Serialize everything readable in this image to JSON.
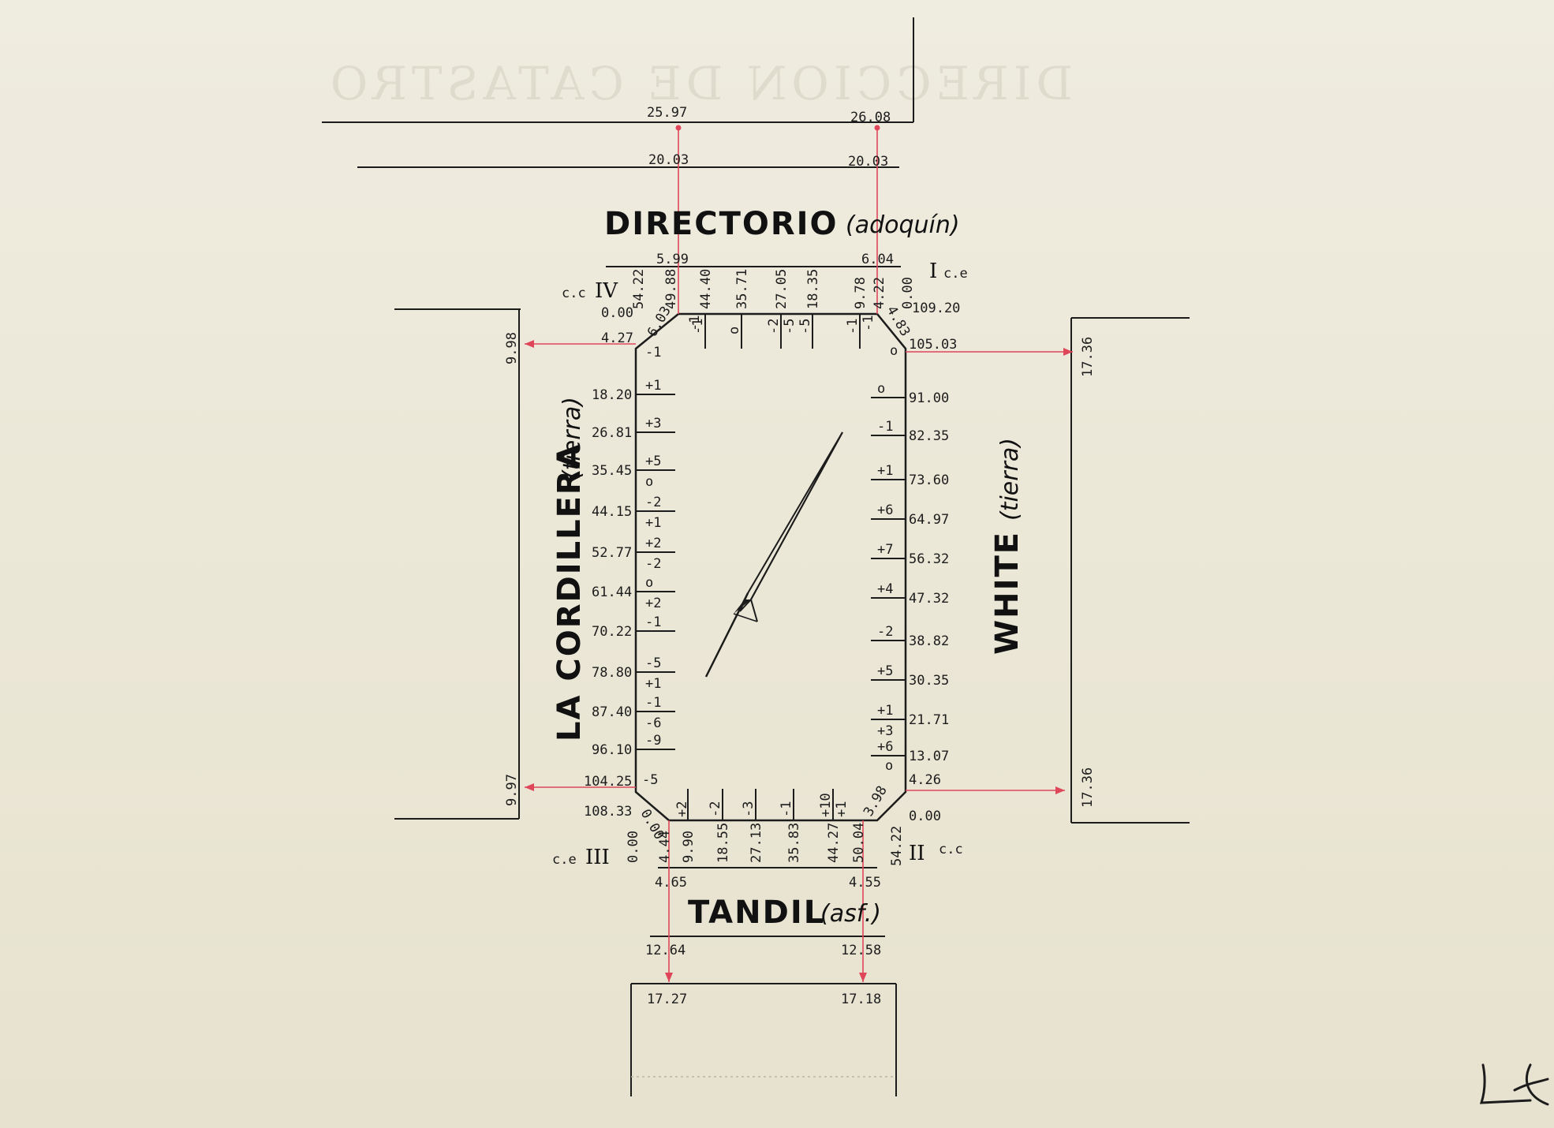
{
  "streets": {
    "north": {
      "name": "DIRECTORIO",
      "surface": "(adoquín)"
    },
    "south": {
      "name": "TANDIL",
      "surface": "(asf.)"
    },
    "west": {
      "name": "LA CORDILLERA",
      "surface": "(tierra)"
    },
    "east": {
      "name": "WHITE",
      "surface": "(tierra)"
    }
  },
  "corners": {
    "iv": {
      "code": "c.c",
      "numeral": "IV"
    },
    "i": {
      "numeral": "I",
      "code": "c.e"
    },
    "iii": {
      "code": "c.e",
      "numeral": "III"
    },
    "ii": {
      "numeral": "II",
      "code": "c.c"
    }
  },
  "top": {
    "far_left": "25.97",
    "far_right": "26.08",
    "mid_left": "20.03",
    "mid_right": "20.03",
    "near_left": "5.99",
    "near_right": "6.04"
  },
  "bottom": {
    "near_left": "4.65",
    "near_right": "4.55",
    "mid_left": "12.64",
    "mid_right": "12.58",
    "far_left": "17.27",
    "far_right": "17.18"
  },
  "west": {
    "top_offset": "9.98",
    "bottom_offset": "9.97",
    "top_prog": "0.00",
    "top_corner": "4.27",
    "bottom_corner": "104.25",
    "bottom_prog": "108.33",
    "chamfer_top": "6.03",
    "chamfer_bottom": "0.00",
    "corner_top_label": "-1",
    "corner_bottom_label": "-5",
    "ticks": [
      {
        "prog": "18.20",
        "levels": [
          "+1"
        ]
      },
      {
        "prog": "26.81",
        "levels": [
          "+3"
        ]
      },
      {
        "prog": "35.45",
        "levels": [
          "+5",
          "o"
        ]
      },
      {
        "prog": "44.15",
        "levels": [
          "-2",
          "+1"
        ]
      },
      {
        "prog": "52.77",
        "levels": [
          "+2",
          "-2"
        ]
      },
      {
        "prog": "61.44",
        "levels": [
          "o",
          "+2"
        ]
      },
      {
        "prog": "70.22",
        "levels": [
          "-1"
        ]
      },
      {
        "prog": "78.80",
        "levels": [
          "-5",
          "+1"
        ]
      },
      {
        "prog": "87.40",
        "levels": [
          "-1",
          "-6"
        ]
      },
      {
        "prog": "96.10",
        "levels": [
          "-9"
        ]
      }
    ]
  },
  "east": {
    "top_offset": "17.36",
    "bottom_offset": "17.36",
    "top_prog": "109.20",
    "top_corner": "105.03",
    "bottom_corner": "4.26",
    "bottom_prog": "0.00",
    "chamfer_top": "4.83",
    "chamfer_bottom": "3.98",
    "corner_top_label": "o",
    "corner_bottom_label": "o",
    "ticks": [
      {
        "prog": "91.00",
        "levels": [
          "o"
        ]
      },
      {
        "prog": "82.35",
        "levels": [
          "-1"
        ]
      },
      {
        "prog": "73.60",
        "levels": [
          "+1"
        ]
      },
      {
        "prog": "64.97",
        "levels": [
          "+6"
        ]
      },
      {
        "prog": "56.32",
        "levels": [
          "+7"
        ]
      },
      {
        "prog": "47.32",
        "levels": [
          "+4"
        ]
      },
      {
        "prog": "38.82",
        "levels": [
          "-2"
        ]
      },
      {
        "prog": "30.35",
        "levels": [
          "+5"
        ]
      },
      {
        "prog": "21.71",
        "levels": [
          "+1",
          "+3"
        ]
      },
      {
        "prog": "13.07",
        "levels": [
          "+6"
        ]
      }
    ]
  },
  "north": {
    "left_prog": "54.22",
    "left_corner": "49.88",
    "right_corner": "4.22",
    "right_prog": "0.00",
    "left_corner_level": "-1",
    "right_corner_level": "-1",
    "ticks": [
      {
        "prog": "44.40",
        "levels": [
          "-1"
        ]
      },
      {
        "prog": "35.71",
        "levels": [
          "o"
        ]
      },
      {
        "prog": "27.05",
        "levels": [
          "-2",
          "-5"
        ]
      },
      {
        "prog": "18.35",
        "levels": [
          "-5"
        ]
      },
      {
        "prog": "9.78",
        "levels": [
          "-1"
        ]
      }
    ]
  },
  "south": {
    "left_prog": "0.00",
    "left_corner": "4.44",
    "right_corner": "50.04",
    "right_prog": "54.22",
    "left_corner_level": "+2",
    "ticks": [
      {
        "prog": "9.90",
        "levels": []
      },
      {
        "prog": "18.55",
        "levels": [
          "-2"
        ]
      },
      {
        "prog": "27.13",
        "levels": [
          "-3"
        ]
      },
      {
        "prog": "35.83",
        "levels": [
          "-1"
        ]
      },
      {
        "prog": "44.27",
        "levels": [
          "+10",
          "+1"
        ]
      }
    ]
  },
  "colors": {
    "ink": "#1c1c1c",
    "red": "#e0465a",
    "paper": "#ece8d8"
  },
  "icons": [
    "north-arrow-icon",
    "signature-icon"
  ]
}
